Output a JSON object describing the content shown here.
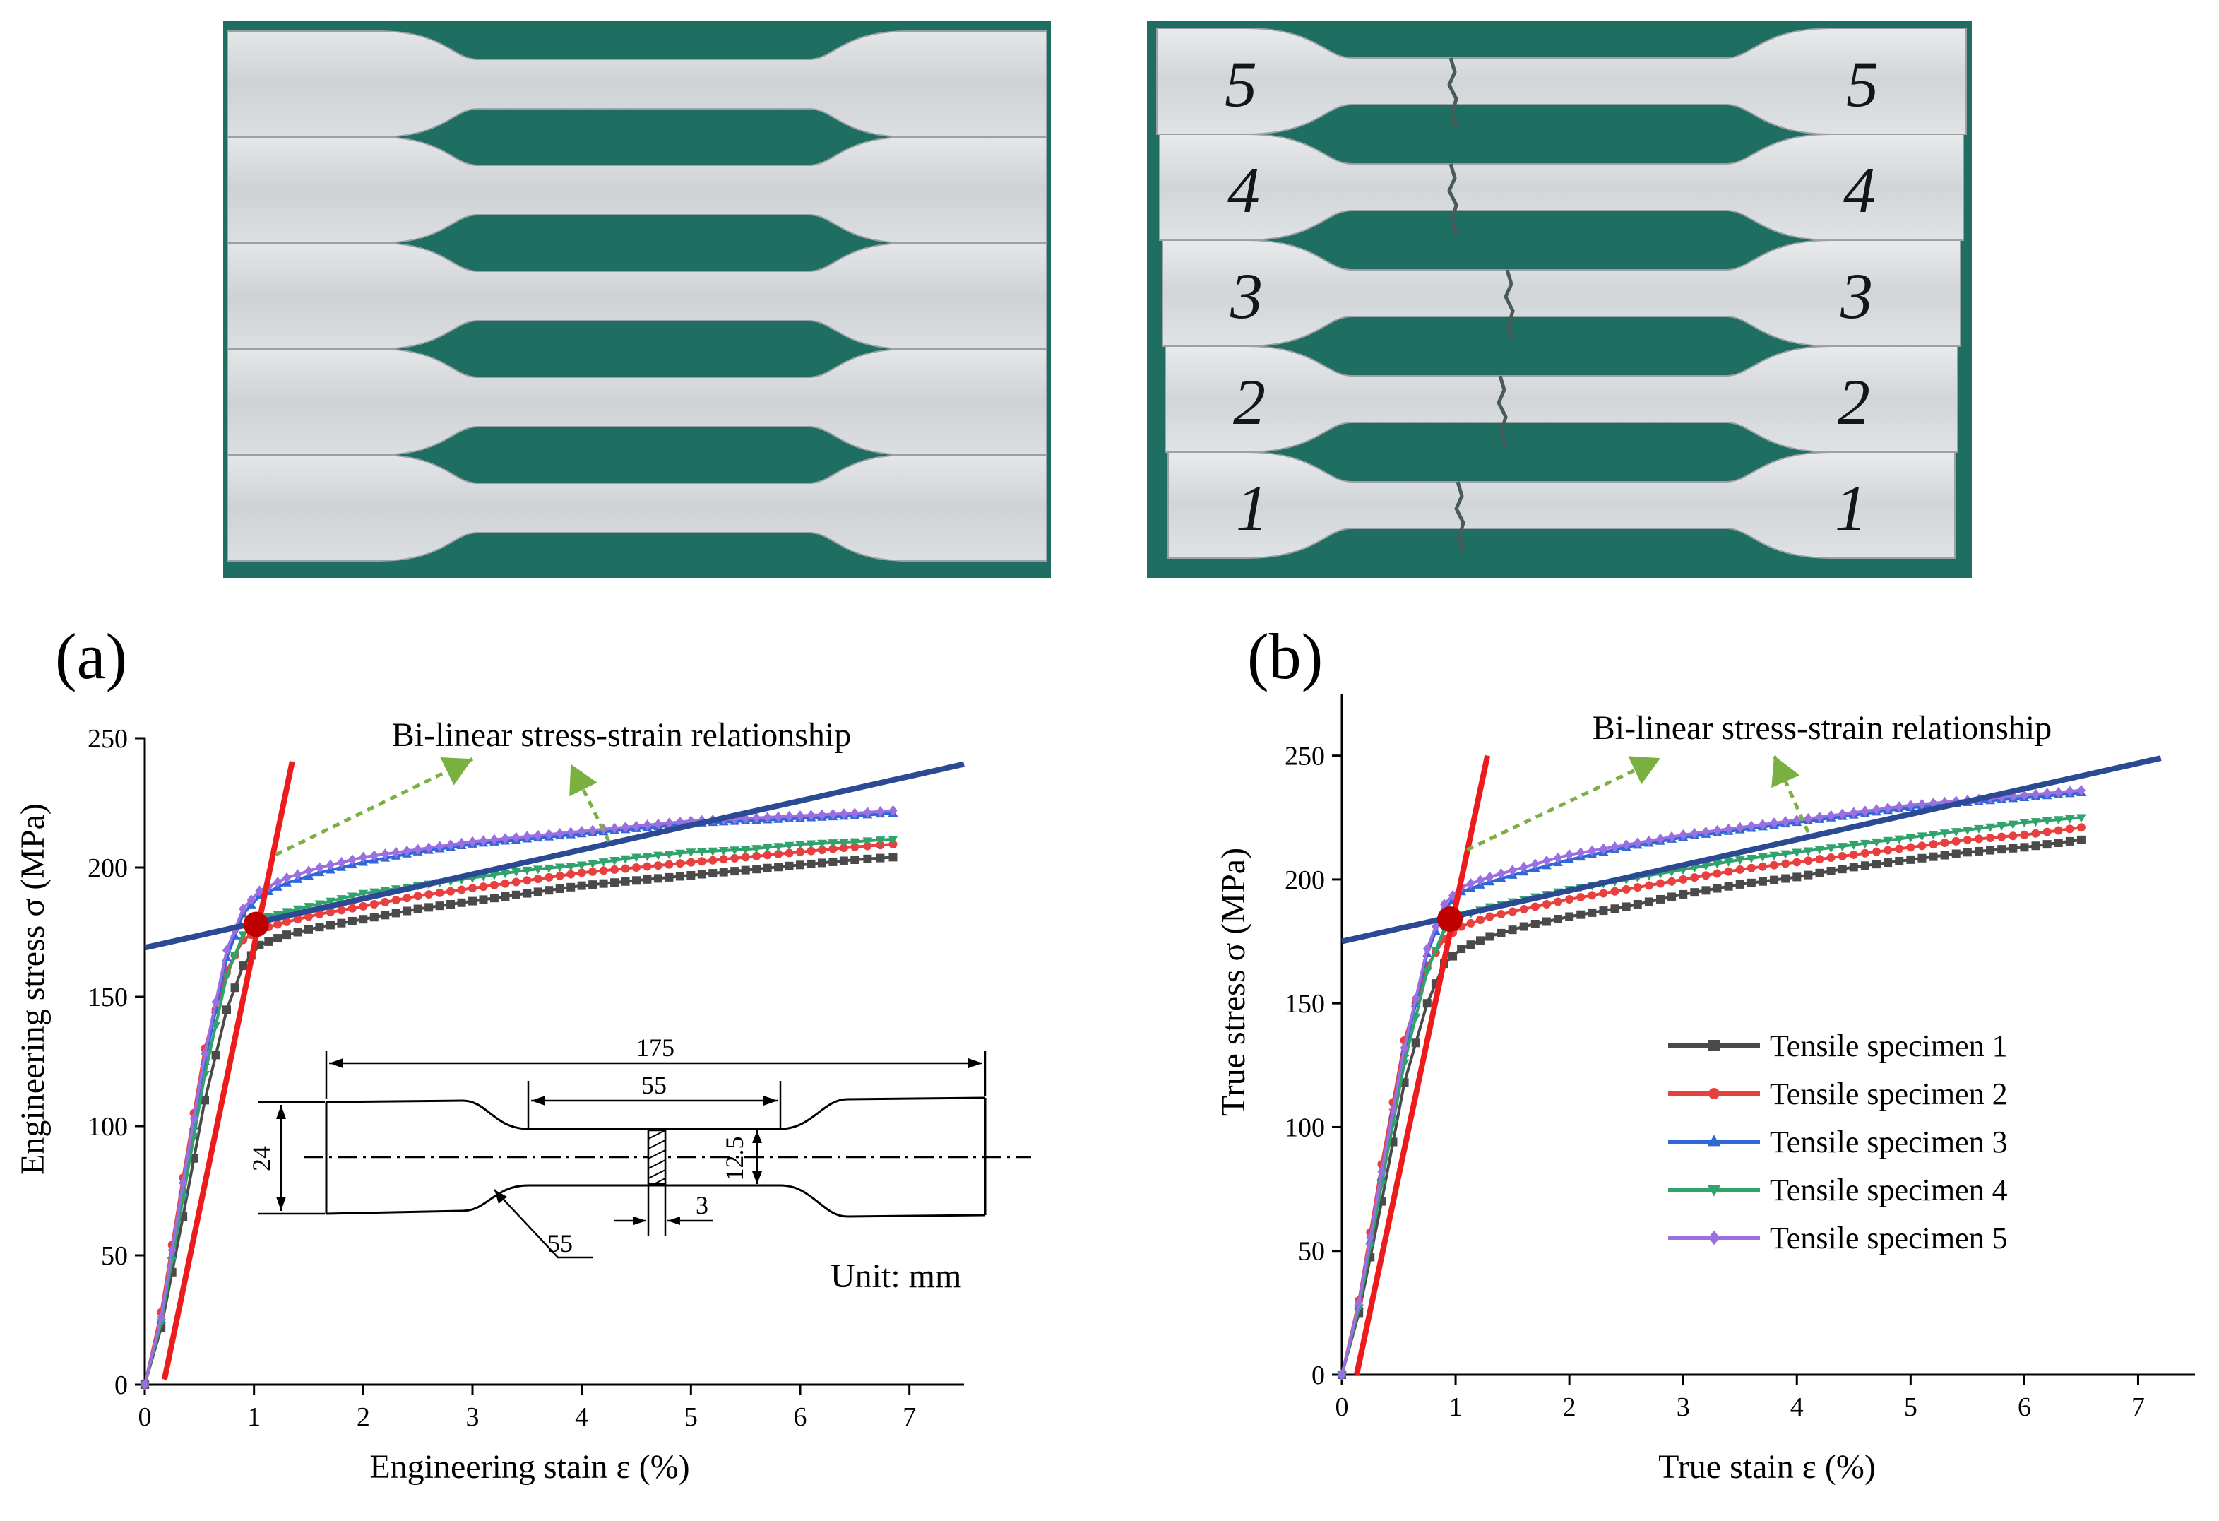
{
  "photos": {
    "before": {
      "specimen_numbers": []
    },
    "after": {
      "specimen_numbers": [
        "5",
        "4",
        "3",
        "2",
        "1"
      ]
    }
  },
  "panels": [
    {
      "id": "a",
      "panel_label": "(a)",
      "xlabel": "Engineering stain ε (%)",
      "ylabel": "Engineering stress σ  (MPa)",
      "annotation": "Bi-linear stress-strain relationship",
      "inset": {
        "dim_total_length": "175",
        "dim_gauge_length": "55",
        "dim_width": "24",
        "dim_gauge_width": "12.5",
        "dim_thickness": "3",
        "dim_radius": "55",
        "unit_label": "Unit: mm"
      }
    },
    {
      "id": "b",
      "panel_label": "(b)",
      "xlabel": "True stain ε (%)",
      "ylabel": "True stress σ  (MPa)",
      "annotation": "Bi-linear stress-strain relationship"
    }
  ],
  "legend": {
    "items": [
      {
        "label": "Tensile specimen 1",
        "color": "#4a4a4a",
        "marker": "square"
      },
      {
        "label": "Tensile specimen 2",
        "color": "#e8403f",
        "marker": "circle"
      },
      {
        "label": "Tensile specimen 3",
        "color": "#2f67d8",
        "marker": "triangle-up"
      },
      {
        "label": "Tensile specimen 4",
        "color": "#2fa36b",
        "marker": "triangle-down"
      },
      {
        "label": "Tensile specimen 5",
        "color": "#9a6fe0",
        "marker": "diamond"
      }
    ]
  },
  "colors": {
    "elastic_line": "#ec1c1c",
    "plastic_line": "#2c4a94",
    "intersection_point": "#c00000",
    "annotation_arrow": "#7ab040",
    "photo_background": "#1f6e62"
  },
  "chart_data": [
    {
      "type": "line",
      "panel": "a",
      "xlabel": "Engineering stain ε (%)",
      "ylabel": "Engineering stress σ  (MPa)",
      "xlim": [
        0,
        7.5
      ],
      "ylim": [
        0,
        250
      ],
      "xticks": [
        0,
        1,
        2,
        3,
        4,
        5,
        6,
        7
      ],
      "yticks": [
        0,
        50,
        100,
        150,
        200,
        250
      ],
      "grid": false,
      "series": [
        {
          "name": "Tensile specimen 1",
          "color": "#4a4a4a",
          "marker": "square",
          "points": [
            [
              0,
              0
            ],
            [
              0.15,
              22
            ],
            [
              0.35,
              65
            ],
            [
              0.55,
              110
            ],
            [
              0.75,
              145
            ],
            [
              0.9,
              162
            ],
            [
              1.05,
              170
            ],
            [
              1.3,
              174
            ],
            [
              1.6,
              177
            ],
            [
              2,
              180
            ],
            [
              2.5,
              184
            ],
            [
              3,
              187
            ],
            [
              3.5,
              190
            ],
            [
              4,
              193
            ],
            [
              4.5,
              195
            ],
            [
              5,
              197
            ],
            [
              5.5,
              199
            ],
            [
              6,
              201
            ],
            [
              6.5,
              203
            ],
            [
              6.85,
              204
            ]
          ]
        },
        {
          "name": "Tensile specimen 2",
          "color": "#e8403f",
          "marker": "circle",
          "points": [
            [
              0,
              0
            ],
            [
              0.15,
              28
            ],
            [
              0.35,
              80
            ],
            [
              0.55,
              130
            ],
            [
              0.75,
              160
            ],
            [
              0.9,
              172
            ],
            [
              1.05,
              176
            ],
            [
              1.3,
              179
            ],
            [
              1.6,
              182
            ],
            [
              2,
              185
            ],
            [
              2.5,
              189
            ],
            [
              3,
              192
            ],
            [
              3.5,
              195
            ],
            [
              4,
              198
            ],
            [
              4.5,
              200
            ],
            [
              5,
              202
            ],
            [
              5.5,
              204
            ],
            [
              6,
              206
            ],
            [
              6.5,
              208
            ],
            [
              6.85,
              209
            ]
          ]
        },
        {
          "name": "Tensile specimen 3",
          "color": "#2f67d8",
          "marker": "triangle-up",
          "points": [
            [
              0,
              0
            ],
            [
              0.15,
              25
            ],
            [
              0.35,
              75
            ],
            [
              0.55,
              125
            ],
            [
              0.75,
              165
            ],
            [
              0.9,
              182
            ],
            [
              1.05,
              189
            ],
            [
              1.3,
              194
            ],
            [
              1.6,
              198
            ],
            [
              2,
              202
            ],
            [
              2.5,
              206
            ],
            [
              3,
              209
            ],
            [
              3.5,
              211
            ],
            [
              4,
              213
            ],
            [
              4.5,
              215
            ],
            [
              5,
              217
            ],
            [
              5.5,
              218
            ],
            [
              6,
              219
            ],
            [
              6.5,
              220
            ],
            [
              6.85,
              221
            ]
          ]
        },
        {
          "name": "Tensile specimen 4",
          "color": "#2fa36b",
          "marker": "triangle-down",
          "points": [
            [
              0,
              0
            ],
            [
              0.15,
              24
            ],
            [
              0.35,
              72
            ],
            [
              0.55,
              120
            ],
            [
              0.75,
              158
            ],
            [
              0.9,
              174
            ],
            [
              1.05,
              180
            ],
            [
              1.3,
              183
            ],
            [
              1.6,
              186
            ],
            [
              2,
              190
            ],
            [
              2.5,
              193
            ],
            [
              3,
              196
            ],
            [
              3.5,
              199
            ],
            [
              4,
              201
            ],
            [
              4.5,
              204
            ],
            [
              5,
              206
            ],
            [
              5.5,
              207
            ],
            [
              6,
              209
            ],
            [
              6.5,
              210
            ],
            [
              6.85,
              211
            ]
          ]
        },
        {
          "name": "Tensile specimen 5",
          "color": "#9a6fe0",
          "marker": "diamond",
          "points": [
            [
              0,
              0
            ],
            [
              0.15,
              26
            ],
            [
              0.35,
              78
            ],
            [
              0.55,
              128
            ],
            [
              0.75,
              168
            ],
            [
              0.9,
              184
            ],
            [
              1.05,
              191
            ],
            [
              1.3,
              196
            ],
            [
              1.6,
              200
            ],
            [
              2,
              204
            ],
            [
              2.5,
              207
            ],
            [
              3,
              210
            ],
            [
              3.5,
              212
            ],
            [
              4,
              214
            ],
            [
              4.5,
              216
            ],
            [
              5,
              218
            ],
            [
              5.5,
              219
            ],
            [
              6,
              220
            ],
            [
              6.5,
              221
            ],
            [
              6.85,
              222
            ]
          ]
        }
      ],
      "bilinear_fit": {
        "elastic": [
          [
            0.18,
            2
          ],
          [
            1.35,
            241
          ]
        ],
        "plastic": [
          [
            0,
            169
          ],
          [
            7.5,
            240
          ]
        ],
        "intersection": [
          1.02,
          178
        ]
      }
    },
    {
      "type": "line",
      "panel": "b",
      "xlabel": "True stain ε (%)",
      "ylabel": "True stress σ  (MPa)",
      "xlim": [
        0,
        7.5
      ],
      "ylim": [
        0,
        275
      ],
      "xticks": [
        0,
        1,
        2,
        3,
        4,
        5,
        6,
        7
      ],
      "yticks": [
        0,
        50,
        100,
        150,
        200,
        250
      ],
      "grid": false,
      "series": [
        {
          "name": "Tensile specimen 1",
          "color": "#4a4a4a",
          "marker": "square",
          "points": [
            [
              0,
              0
            ],
            [
              0.15,
              25
            ],
            [
              0.35,
              70
            ],
            [
              0.55,
              118
            ],
            [
              0.75,
              150
            ],
            [
              0.9,
              166
            ],
            [
              1.05,
              172
            ],
            [
              1.3,
              177
            ],
            [
              1.6,
              181
            ],
            [
              2,
              185
            ],
            [
              2.5,
              189
            ],
            [
              3,
              194
            ],
            [
              3.5,
              198
            ],
            [
              4,
              201
            ],
            [
              4.5,
              205
            ],
            [
              5,
              208
            ],
            [
              5.5,
              211
            ],
            [
              6,
              213
            ],
            [
              6.5,
              216
            ]
          ]
        },
        {
          "name": "Tensile specimen 2",
          "color": "#e8403f",
          "marker": "circle",
          "points": [
            [
              0,
              0
            ],
            [
              0.15,
              30
            ],
            [
              0.35,
              85
            ],
            [
              0.55,
              135
            ],
            [
              0.75,
              165
            ],
            [
              0.9,
              176
            ],
            [
              1.05,
              181
            ],
            [
              1.3,
              185
            ],
            [
              1.6,
              188
            ],
            [
              2,
              192
            ],
            [
              2.5,
              196
            ],
            [
              3,
              200
            ],
            [
              3.5,
              204
            ],
            [
              4,
              207
            ],
            [
              4.5,
              210
            ],
            [
              5,
              213
            ],
            [
              5.5,
              216
            ],
            [
              6,
              218
            ],
            [
              6.5,
              221
            ]
          ]
        },
        {
          "name": "Tensile specimen 3",
          "color": "#2f67d8",
          "marker": "triangle-up",
          "points": [
            [
              0,
              0
            ],
            [
              0.15,
              28
            ],
            [
              0.35,
              80
            ],
            [
              0.55,
              130
            ],
            [
              0.75,
              170
            ],
            [
              0.9,
              188
            ],
            [
              1.05,
              195
            ],
            [
              1.3,
              199
            ],
            [
              1.6,
              203
            ],
            [
              2,
              208
            ],
            [
              2.5,
              213
            ],
            [
              3,
              217
            ],
            [
              3.5,
              220
            ],
            [
              4,
              223
            ],
            [
              4.5,
              226
            ],
            [
              5,
              229
            ],
            [
              5.5,
              231
            ],
            [
              6,
              233
            ],
            [
              6.5,
              235
            ]
          ]
        },
        {
          "name": "Tensile specimen 4",
          "color": "#2fa36b",
          "marker": "triangle-down",
          "points": [
            [
              0,
              0
            ],
            [
              0.15,
              27
            ],
            [
              0.35,
              77
            ],
            [
              0.55,
              126
            ],
            [
              0.75,
              163
            ],
            [
              0.9,
              180
            ],
            [
              1.05,
              185
            ],
            [
              1.3,
              189
            ],
            [
              1.6,
              192
            ],
            [
              2,
              196
            ],
            [
              2.5,
              200
            ],
            [
              3,
              204
            ],
            [
              3.5,
              208
            ],
            [
              4,
              211
            ],
            [
              4.5,
              214
            ],
            [
              5,
              217
            ],
            [
              5.5,
              220
            ],
            [
              6,
              223
            ],
            [
              6.5,
              225
            ]
          ]
        },
        {
          "name": "Tensile specimen 5",
          "color": "#9a6fe0",
          "marker": "diamond",
          "points": [
            [
              0,
              0
            ],
            [
              0.15,
              29
            ],
            [
              0.35,
              82
            ],
            [
              0.55,
              132
            ],
            [
              0.75,
              172
            ],
            [
              0.9,
              190
            ],
            [
              1.05,
              197
            ],
            [
              1.3,
              201
            ],
            [
              1.6,
              205
            ],
            [
              2,
              210
            ],
            [
              2.5,
              214
            ],
            [
              3,
              218
            ],
            [
              3.5,
              221
            ],
            [
              4,
              224
            ],
            [
              4.5,
              227
            ],
            [
              5,
              230
            ],
            [
              5.5,
              232
            ],
            [
              6,
              234
            ],
            [
              6.5,
              236
            ]
          ]
        }
      ],
      "bilinear_fit": {
        "elastic": [
          [
            0.13,
            0
          ],
          [
            1.28,
            250
          ]
        ],
        "plastic": [
          [
            0,
            175
          ],
          [
            7.2,
            249
          ]
        ],
        "intersection": [
          0.95,
          184
        ]
      }
    }
  ]
}
